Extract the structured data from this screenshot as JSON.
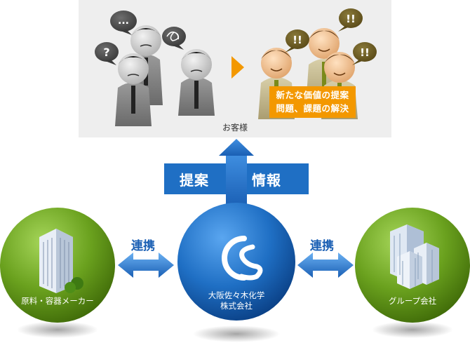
{
  "customer_section": {
    "label": "お客様",
    "solution_lines": [
      "新たな価値の提案",
      "問題、課題の解決"
    ],
    "worried_bubbles": [
      "...",
      "?",
      "scribble"
    ],
    "happy_bubbles": [
      "!!",
      "!!",
      "!!"
    ]
  },
  "flow": {
    "proposal": "提案",
    "information": "情報"
  },
  "partners": {
    "supplier_label": "原料・容器メーカー",
    "center_lines": [
      "大阪佐々木化学",
      "株式会社"
    ],
    "group_label": "グループ会社",
    "left_link": "連携",
    "right_link": "連携"
  },
  "colors": {
    "green": "#6aa11e",
    "blue": "#1f6fc4",
    "orange": "#f39800",
    "panel": "#eeeeee"
  }
}
